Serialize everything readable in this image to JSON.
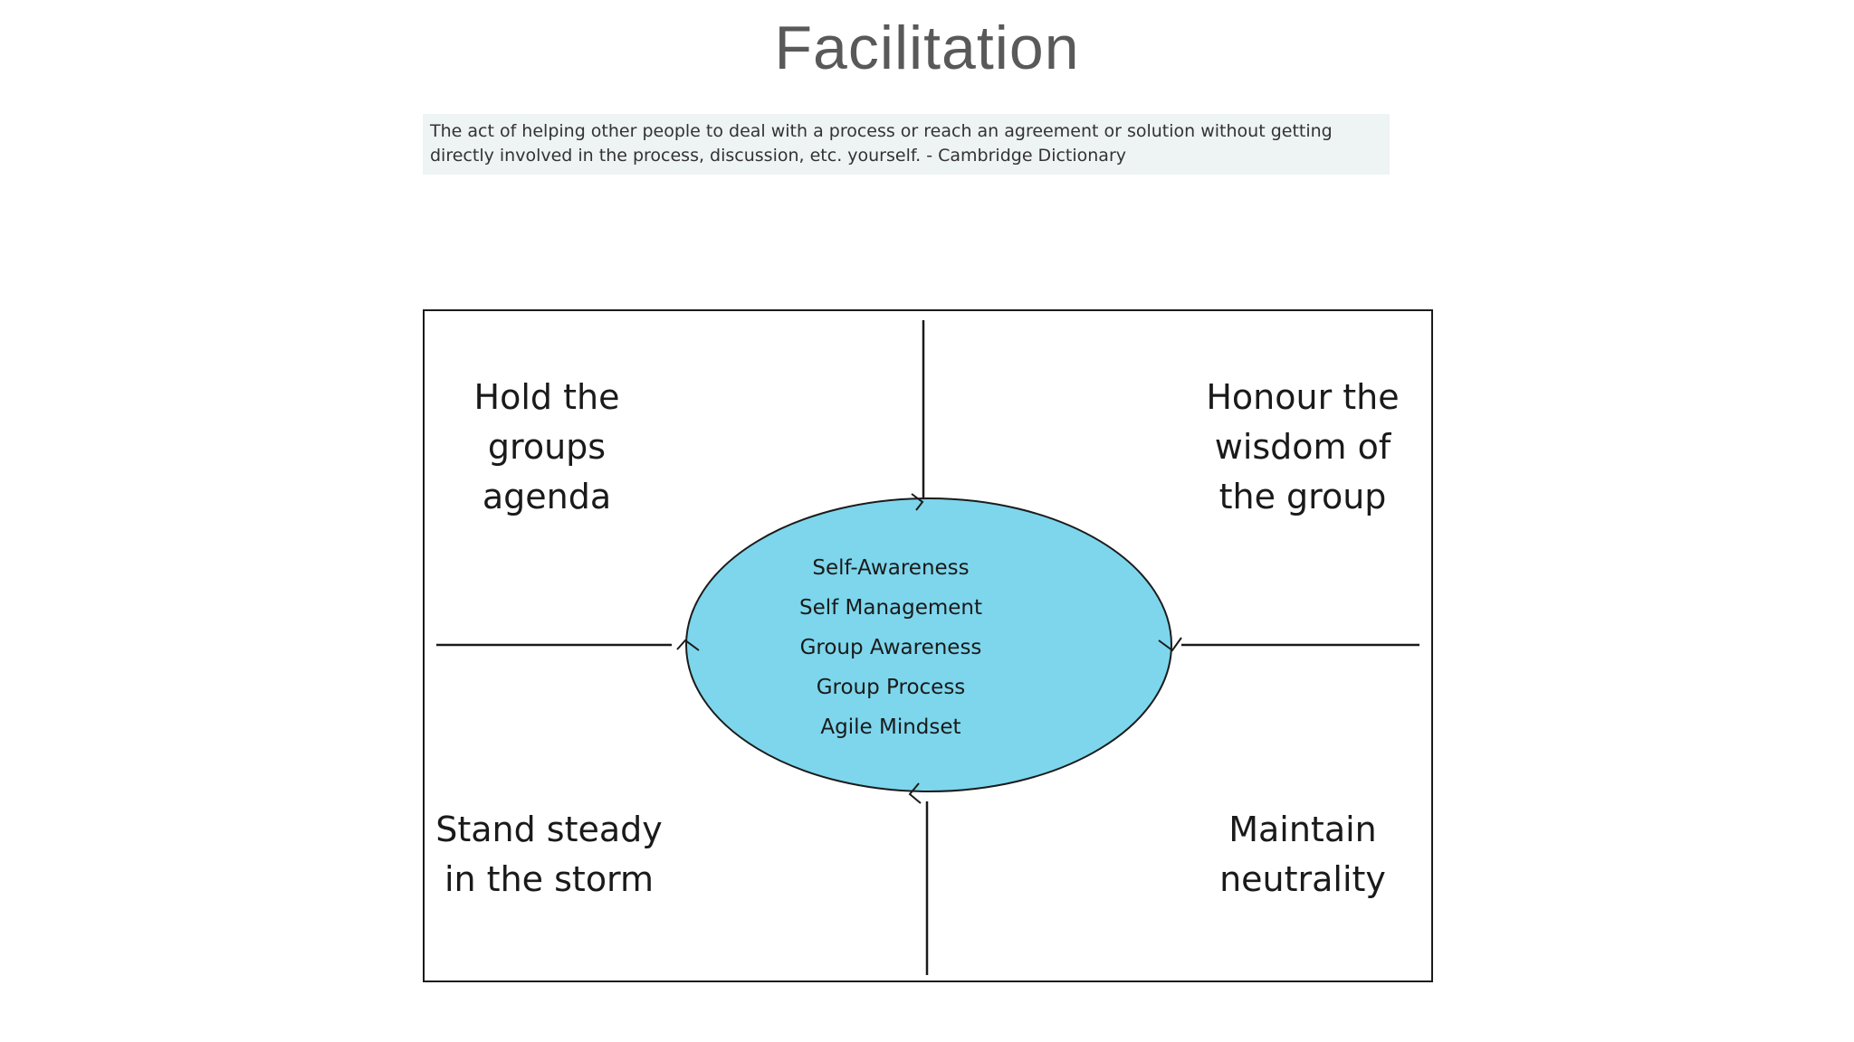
{
  "title": "Facilitation",
  "definition": "The act of helping other people to deal with a process or reach an agreement or solution without getting directly involved in the process, discussion, etc. yourself. - Cambridge Dictionary",
  "colors": {
    "title_text": "#595959",
    "definition_background": "#eef3f4",
    "ellipse_fill": "#7dd6ec",
    "lines": "#1b1b1b"
  },
  "quadrants": {
    "top_left": "Hold the groups agenda",
    "top_right": "Honour the wisdom of the group",
    "bottom_left": "Stand steady in the storm",
    "bottom_right": "Maintain neutrality"
  },
  "center": {
    "items": [
      "Self-Awareness",
      "Self Management",
      "Group Awareness",
      "Group Process",
      "Agile Mindset"
    ]
  }
}
